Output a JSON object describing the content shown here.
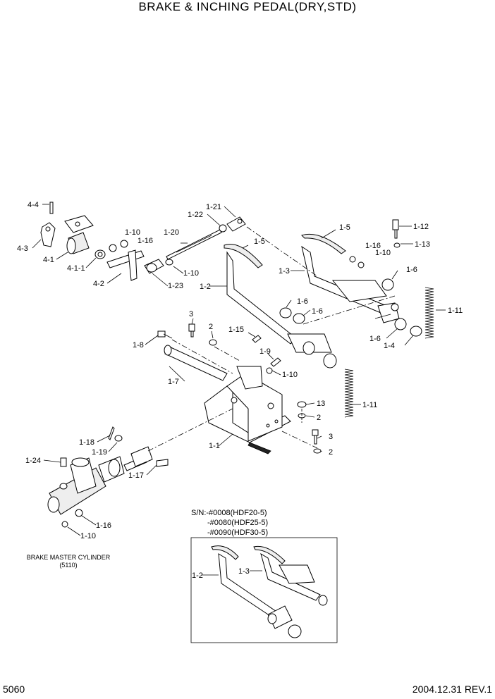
{
  "title": "BRAKE & INCHING PEDAL(DRY,STD)",
  "page_number": "5060",
  "revision": "2004.12.31  REV.1",
  "note_master_cylinder": [
    "BRAKE MASTER CYLINDER",
    "(5110)"
  ],
  "serial_note": [
    "S/N:-#0008(HDF20-5)",
    "-#0080(HDF25-5)",
    "-#0090(HDF30-5)"
  ],
  "part_labels": [
    "4-4",
    "4-3",
    "4-1",
    "4-1-1",
    "4-2",
    "1-10",
    "1-16",
    "1-20",
    "1-23",
    "1-10",
    "1-21",
    "1-22",
    "1-5",
    "1-5",
    "1-3",
    "1-2",
    "1-16",
    "1-10",
    "1-12",
    "1-13",
    "1-6",
    "1-6",
    "1-6",
    "1-6",
    "1-11",
    "1-4",
    "3",
    "2",
    "1-15",
    "1-8",
    "1-9",
    "1-10",
    "1-7",
    "13",
    "2",
    "3",
    "2",
    "1-11",
    "1-1",
    "1-18",
    "1-19",
    "1-24",
    "1-17",
    "1-10",
    "1-16",
    "1-2",
    "1-3"
  ]
}
